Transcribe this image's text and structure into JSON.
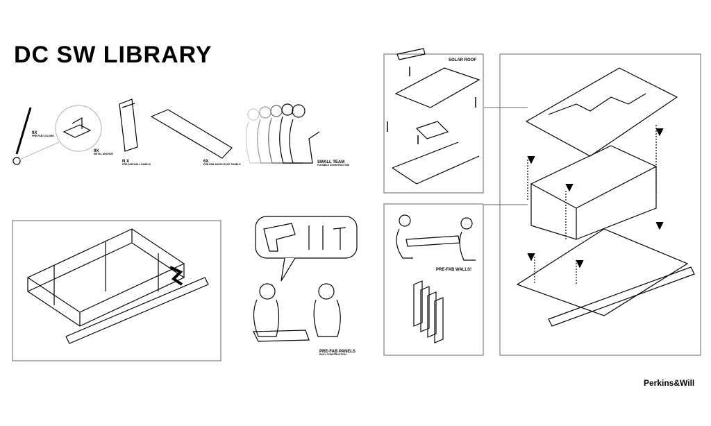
{
  "title": "DC SW LIBRARY",
  "components": [
    {
      "count": "9X",
      "desc": "PRE-FAB COLUMN"
    },
    {
      "count": "9X",
      "desc": "METAL ANCHOR"
    },
    {
      "count": "N X",
      "desc": "PRE-FAB WALL PANELS"
    },
    {
      "count": "6X",
      "desc": "PRE-FAB WOOD ROOF PANELS"
    },
    {
      "count": "SMALL TEAM",
      "desc": "FLEXIBLE CONSTRUCTION"
    }
  ],
  "prefab_panels": {
    "title": "PRE-FAB PANELS",
    "desc": "EASY CONSTRUCTION"
  },
  "solar_roof": "SOLAR ROOF",
  "prefab_walls": "PRE-FAB WALLS!",
  "brand": "Perkins&Will"
}
